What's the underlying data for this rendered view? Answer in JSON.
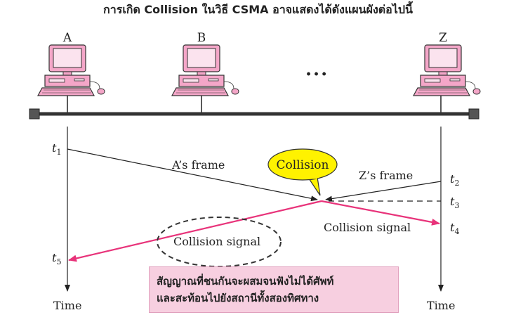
{
  "title": "การเกิด Collision ในวิธี CSMA อาจแสดงได้ดังแผนผังต่อไปนี้",
  "stations": [
    {
      "label": "A"
    },
    {
      "label": "B"
    },
    {
      "label": "Z"
    }
  ],
  "ellipsis": "...",
  "time_labels": {
    "t1": {
      "base": "t",
      "sub": "1"
    },
    "t2": {
      "base": "t",
      "sub": "2"
    },
    "t3": {
      "base": "t",
      "sub": "3"
    },
    "t4": {
      "base": "t",
      "sub": "4"
    },
    "t5": {
      "base": "t",
      "sub": "5"
    }
  },
  "messages": {
    "a_frame": "A’s frame",
    "z_frame": "Z’s frame",
    "collision_signal_right": "Collision signal",
    "collision_signal_left": "Collision signal",
    "collision_bubble": "Collision"
  },
  "axis": {
    "left": "Time",
    "right": "Time"
  },
  "note": {
    "line1": "สัญญาณที่ชนกันจะผสมจนฟังไม่ได้ศัพท์",
    "line2": "และสะท้อนไปยังสถานีทั้งสองทิศทาง"
  },
  "colors": {
    "signal": "#e8337a",
    "bubble_fill": "#fff200",
    "note_fill": "#f7cfe0",
    "computer_pink": "#f4a6c8",
    "bus": "#333333"
  }
}
